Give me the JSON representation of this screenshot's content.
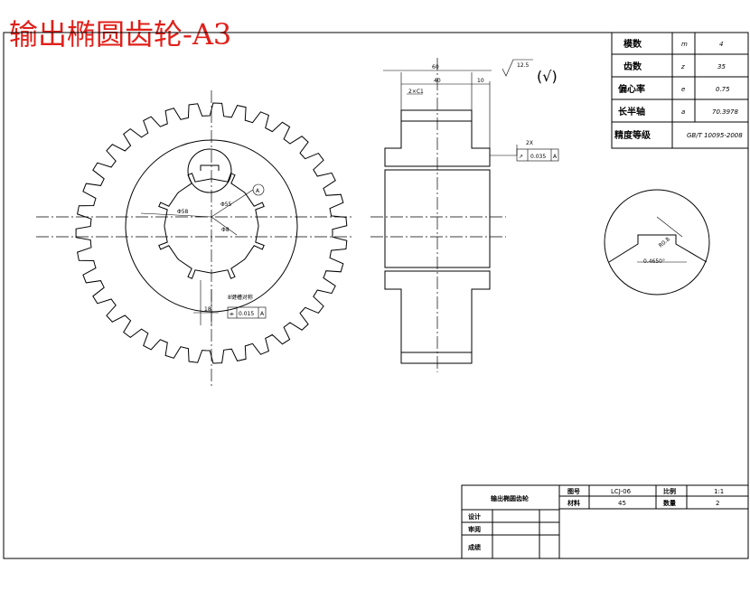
{
  "drawing_title": "输出椭圆齿轮-A3",
  "params": [
    {
      "label": "模数",
      "symbol": "m",
      "value": "4"
    },
    {
      "label": "齿数",
      "symbol": "z",
      "value": "35"
    },
    {
      "label": "偏心率",
      "symbol": "e",
      "value": "0.75"
    },
    {
      "label": "长半轴",
      "symbol": "a",
      "value": "70.3978"
    },
    {
      "label": "精度等级",
      "value": "GB/T 10095-2008"
    }
  ],
  "surface_finish": {
    "ra": "12.5",
    "other": "(√)"
  },
  "side_dims": {
    "total": "60",
    "hub": "40",
    "step": "10",
    "chamfer": "2×C1"
  },
  "runout_tol": {
    "symbol": "↗",
    "value": "0.035",
    "datum": "A",
    "leader": "2X"
  },
  "front_dims": {
    "d1": "Φ58",
    "d2": "Φ55",
    "d3": "Φ8",
    "offset": "18",
    "keyway_note": "8键槽对称",
    "sym_symbol": "⌯",
    "sym_value": "0.015",
    "sym_datum": "A",
    "datum": "A"
  },
  "detail_dims": {
    "r": "R0.8",
    "w": "0.4650°"
  },
  "title_block": {
    "part_name": "输出椭圆齿轮",
    "drawing_no_label": "图号",
    "drawing_no": "LCJ-06",
    "scale_label": "比例",
    "scale": "1:1",
    "material_label": "材料",
    "material": "45",
    "qty_label": "数量",
    "qty": "2",
    "design_label": "设计",
    "check_label": "审阅",
    "grade_label": "成绩"
  }
}
